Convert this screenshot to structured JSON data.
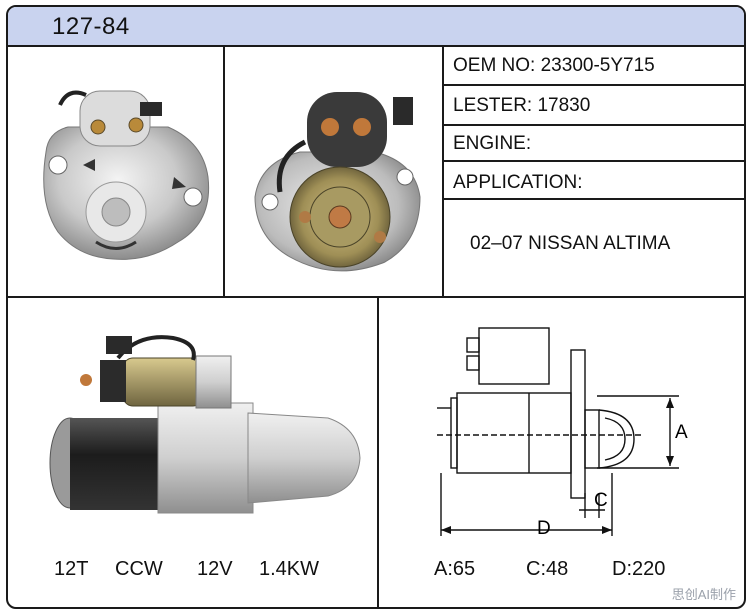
{
  "header": {
    "part_no": "127-84"
  },
  "info": {
    "oem": "OEM  NO:  23300-5Y715",
    "lester": "LESTER:  17830",
    "engine": "ENGINE:",
    "application_label": "APPLICATION:",
    "application_value": "02–07 NISSAN ALTIMA"
  },
  "specs": {
    "teeth": "12T",
    "rotation": "CCW",
    "voltage": "12V",
    "power": "1.4KW"
  },
  "dimensions": {
    "a": "A:65",
    "c": "C:48",
    "d": "D:220",
    "a_letter": "A",
    "c_letter": "C",
    "d_letter": "D"
  },
  "watermark": "思创AI制作"
}
